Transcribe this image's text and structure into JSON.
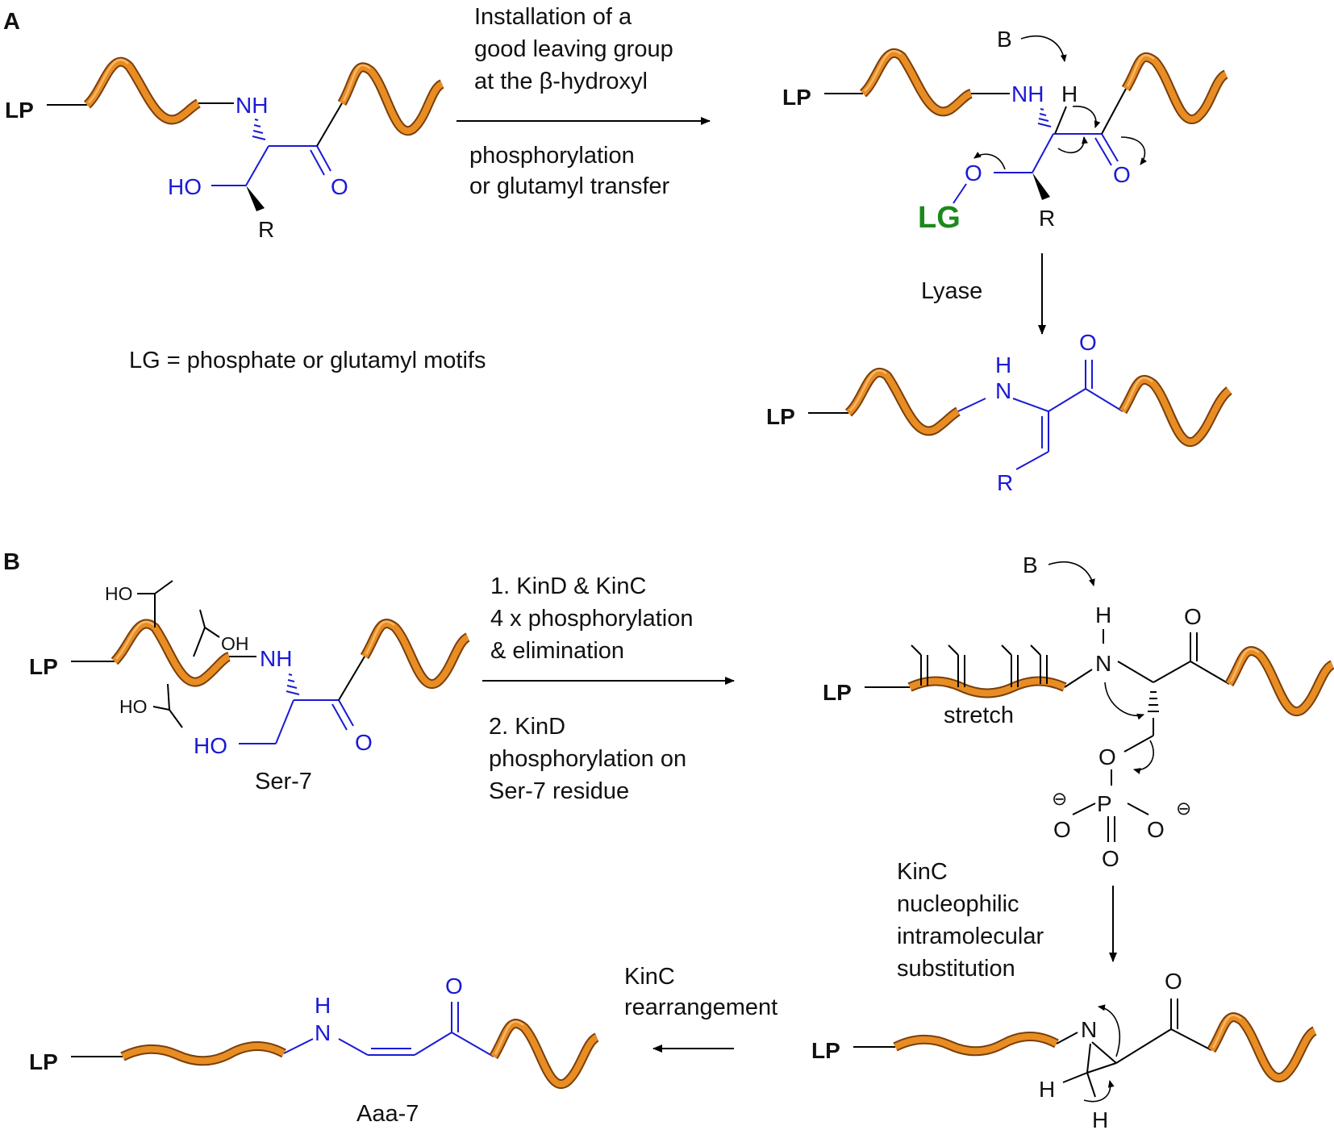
{
  "panels": {
    "a": {
      "letter": "A",
      "reactant": {
        "lp": "LP",
        "nh": "NH",
        "ho": "HO",
        "o": "O",
        "r": "R"
      },
      "step1_above": [
        "Installation of a",
        "good leaving group",
        "at the β-hydroxyl"
      ],
      "step1_below": [
        "phosphorylation",
        "or glutamyl transfer"
      ],
      "intermediate": {
        "lp": "LP",
        "b": "B",
        "nh": "NH",
        "h": "H",
        "o_ring": "O",
        "o": "O",
        "lg": "LG",
        "r": "R"
      },
      "step2": "Lyase",
      "legend": "LG = phosphate or glutamyl motifs",
      "product": {
        "lp": "LP",
        "h": "H",
        "n": "N",
        "o": "O",
        "r": "R"
      }
    },
    "b": {
      "letter": "B",
      "ser7": {
        "lp": "LP",
        "ho1": "HO",
        "oh": "OH",
        "ho2": "HO",
        "nh": "NH",
        "ho": "HO",
        "o": "O",
        "name": "Ser-7"
      },
      "step1_above": [
        "1. KinD & KinC",
        "4 x phosphorylation",
        "& elimination"
      ],
      "step1_below": [
        "2. KinD",
        "phosphorylation on",
        "Ser-7 residue"
      ],
      "phospho": {
        "lp": "LP",
        "b": "B",
        "h": "H",
        "n": "N",
        "o_top": "O",
        "stretch": "stretch",
        "o_link": "O",
        "minus1": "⊖",
        "p": "P",
        "o_left": "O",
        "o_right": "O",
        "minus2": "⊖",
        "o_bottom": "O"
      },
      "step2": [
        "KinC",
        "nucleophilic",
        "intramolecular",
        "substitution"
      ],
      "aziridine": {
        "lp": "LP",
        "n": "N",
        "o": "O",
        "h1": "H",
        "h2": "H"
      },
      "step3": [
        "KinC",
        "rearrangement"
      ],
      "aaa7": {
        "lp": "LP",
        "h": "H",
        "n": "N",
        "o": "O",
        "name": "Aaa-7"
      }
    }
  },
  "colors": {
    "backbone": "#e88d23",
    "highlight": "#1a1ad6",
    "leaving_group": "#1a8a1a"
  }
}
